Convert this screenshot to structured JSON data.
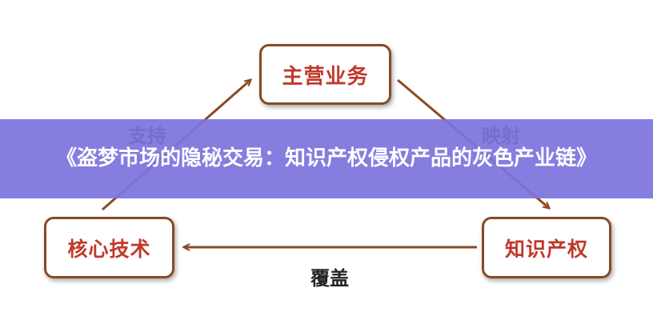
{
  "nodes": {
    "top": "主营业务",
    "left": "核心技术",
    "right": "知识产权"
  },
  "edges": {
    "bottom": "覆盖",
    "left": "支持",
    "right": "映射"
  },
  "banner": {
    "title": "《盗梦市场的隐秘交易：知识产权侵权产品的灰色产业链》"
  },
  "colors": {
    "node_border": "#8a4a22",
    "node_text": "#c0392b",
    "arrow": "#8a4a22",
    "banner_bg": "#7c73dd"
  }
}
